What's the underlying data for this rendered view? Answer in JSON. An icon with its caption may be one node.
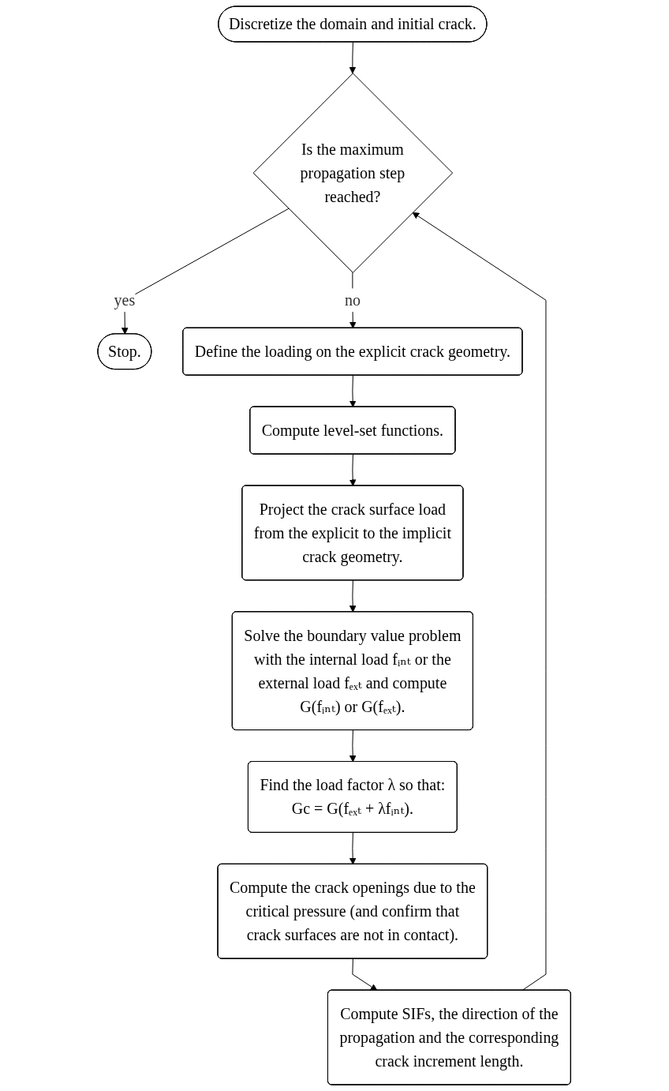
{
  "diagram": {
    "nodes": [
      {
        "text": [
          "Discretize the domain and initial crack."
        ]
      },
      {
        "text": [
          "Is the maximum propagation step reached?"
        ]
      },
      {
        "text": [
          "Stop."
        ]
      },
      {
        "text": [
          "Define the loading on the explicit crack geometry."
        ]
      },
      {
        "text": [
          "Compute level-set functions."
        ]
      },
      {
        "text": [
          "Project the crack surface load from the explicit to the implicit crack geometry."
        ]
      },
      {
        "text": [
          "Solve the boundary value problem with the internal load fᵢₙₜ or the external load fₑₓₜ and compute G(fᵢₙₜ) or G(fₑₓₜ)."
        ]
      },
      {
        "text": [
          "Find the load factor λ so that: Gc = G(fₑₓₜ + λfᵢₙₜ)."
        ]
      },
      {
        "text": [
          "Compute the crack openings due to the critical pressure (and confirm that crack surfaces are not in contact)."
        ]
      },
      {
        "text": [
          "Compute SIFs, the direction of the propagation and the corresponding crack increment length."
        ]
      }
    ],
    "edges": [
      {
        "from": 0,
        "to": 1,
        "arrow": "to"
      },
      {
        "from": 1,
        "to": 2,
        "label": "yes",
        "arrow": "to"
      },
      {
        "from": 1,
        "to": 3,
        "label": "no",
        "arrow": "to"
      },
      {
        "from": 3,
        "to": 4,
        "arrow": "to"
      },
      {
        "from": 4,
        "to": 5,
        "arrow": "to"
      },
      {
        "from": 5,
        "to": 6,
        "arrow": "to"
      },
      {
        "from": 6,
        "to": 7,
        "arrow": "to"
      },
      {
        "from": 7,
        "to": 8,
        "arrow": "to"
      },
      {
        "from": 8,
        "to": 9,
        "arrow": "to"
      },
      {
        "from": 9,
        "to": 1,
        "arrow": "to"
      }
    ]
  }
}
